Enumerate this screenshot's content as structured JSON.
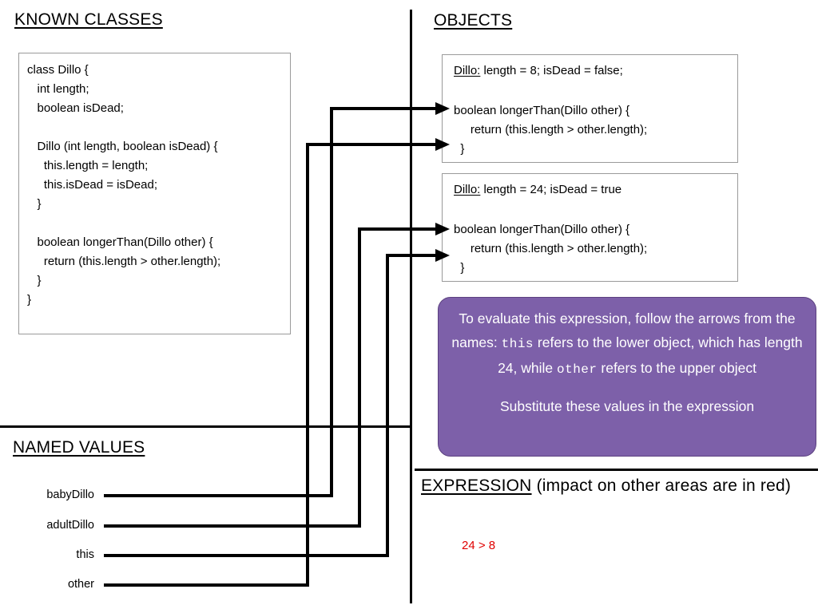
{
  "slide": {
    "background": "#ffffff",
    "accent_purple": "#7d60a9",
    "red": "#e00000"
  },
  "known_classes": {
    "heading": "KNOWN CLASSES",
    "code": "class Dillo {\n   int length;\n   boolean isDead;\n\n   Dillo (int length, boolean isDead) {\n     this.length = length;\n     this.isDead = isDead;\n   }\n\n   boolean longerThan(Dillo other) {\n     return (this.length > other.length);\n   }\n}"
  },
  "objects": {
    "heading": "OBJECTS",
    "items": [
      {
        "type_label": "Dillo:",
        "fields": " length = 8; isDead = false;",
        "method": "boolean longerThan(Dillo other) {\n     return (this.length > other.length);\n  }"
      },
      {
        "type_label": "Dillo:",
        "fields": " length = 24; isDead = true",
        "method": "boolean longerThan(Dillo other) {\n     return (this.length > other.length);\n  }"
      }
    ]
  },
  "callout": {
    "line1_a": "To evaluate this expression, follow the arrows from the names: ",
    "mono1": "this",
    "line1_b": " refers to the lower object, which has length 24, while ",
    "mono2": "other",
    "line1_c": " refers to the upper object",
    "line2": "Substitute these values in the expression"
  },
  "expression": {
    "heading_underlined": "EXPRESSION",
    "heading_rest": " (impact on other areas are in red)",
    "value": "24 > 8"
  },
  "named_values": {
    "heading": "NAMED VALUES",
    "items": [
      {
        "label": "babyDillo"
      },
      {
        "label": "adultDillo"
      },
      {
        "label": "this"
      },
      {
        "label": "other"
      }
    ]
  },
  "connectors": {
    "description": "Four elbow arrows routing from the named-value labels up to the two object boxes",
    "arrows": [
      {
        "from": "babyDillo",
        "to": "object-1-method-line"
      },
      {
        "from": "other",
        "to": "object-1-closing-brace"
      },
      {
        "from": "adultDillo",
        "to": "object-2-method-line"
      },
      {
        "from": "this",
        "to": "object-2-return-line"
      }
    ]
  }
}
